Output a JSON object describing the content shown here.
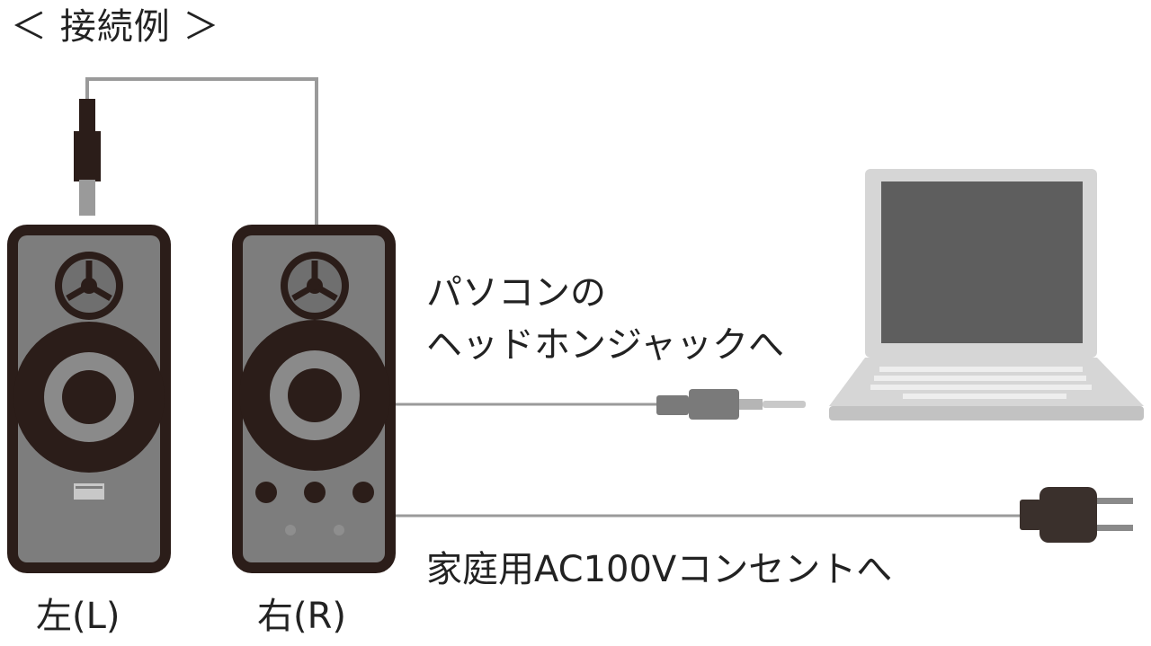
{
  "title": "＜ 接続例 ＞",
  "labels": {
    "pc_line1": "パソコンの",
    "pc_line2": "ヘッドホンジャックへ",
    "ac": "家庭用AC100Vコンセントへ",
    "left": "左(L)",
    "right": "右(R)"
  },
  "icons": {
    "left_speaker": "speaker-icon",
    "right_speaker": "speaker-icon",
    "laptop": "laptop-icon",
    "audio_plug": "audio-plug-icon",
    "power_plug": "power-plug-icon"
  },
  "colors": {
    "speaker_body": "#2b1d19",
    "speaker_panel": "#7d7d7d",
    "laptop_screen": "#5e5e5e",
    "laptop_body": "#d6d6d6",
    "cable": "#9a9a9a"
  }
}
